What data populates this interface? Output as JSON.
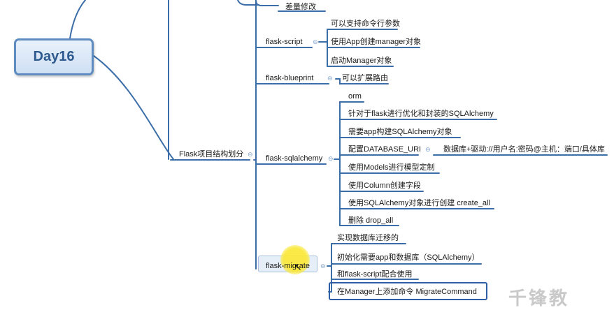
{
  "root": {
    "label": "Day16"
  },
  "colors": {
    "line": "#3b6ea8",
    "root_border": "#5f8cc0",
    "highlight": "#2d5ea5",
    "cursor_halo": "#fae83c"
  },
  "top_partial": {
    "label": "差量修改"
  },
  "branch": {
    "label": "Flask项目结构划分"
  },
  "groups": {
    "script": {
      "label": "flask-script",
      "items": [
        "可以支持命令行参数",
        "使用App创建manager对象",
        "启动Manager对象"
      ]
    },
    "blueprint": {
      "label": "flask-blueprint",
      "items": [
        "可以扩展路由"
      ]
    },
    "sqlalchemy": {
      "label": "flask-sqlalchemy",
      "items": [
        "orm",
        "针对于flask进行优化和封装的SQLAlchemy",
        "需要app构建SQLAlchemy对象",
        "配置DATABASE_URI",
        "使用Models进行模型定制",
        "使用Column创建字段",
        "使用SQLAlchemy对象进行创建 create_all",
        "删除 drop_all"
      ],
      "uri_detail": "数据库+驱动://用户名:密码@主机：端口/具体库"
    },
    "migrate": {
      "label": "flask-migrate",
      "items": [
        "实现数据库迁移的",
        "初始化需要app和数据库（SQLAlchemy）",
        "和flask-script配合使用",
        "在Manager上添加命令  MigrateCommand"
      ]
    }
  },
  "icons": {
    "collapse": "⊖",
    "cursor": "↖"
  },
  "watermark": "千锋教"
}
